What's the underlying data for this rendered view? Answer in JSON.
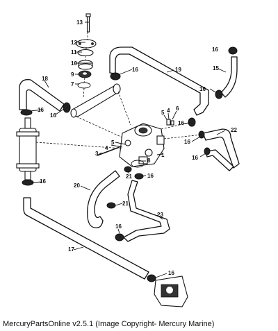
{
  "caption": "MercuryPartsOnline v2.5.1 (Image Copyright- Mercury Marine)",
  "callouts": {
    "c1": "1",
    "c3": "3",
    "c4a": "4",
    "c4b": "4",
    "c5a": "5",
    "c5b": "5",
    "c6": "6",
    "c7": "7",
    "c8": "8",
    "c9": "9",
    "c10": "10",
    "c11": "11",
    "c12": "12",
    "c13": "13",
    "c15": "15",
    "c16a": "16",
    "c16b": "16",
    "c16c": "16",
    "c16d": "16",
    "c16e": "16",
    "c16f": "16",
    "c16g": "16",
    "c16h": "16",
    "c16i": "16",
    "c16j": "16",
    "c16k": "16",
    "c17": "17",
    "c18": "18",
    "c19": "19",
    "c20": "20",
    "c21a": "21",
    "c21b": "21",
    "c22": "22",
    "c23": "23"
  }
}
